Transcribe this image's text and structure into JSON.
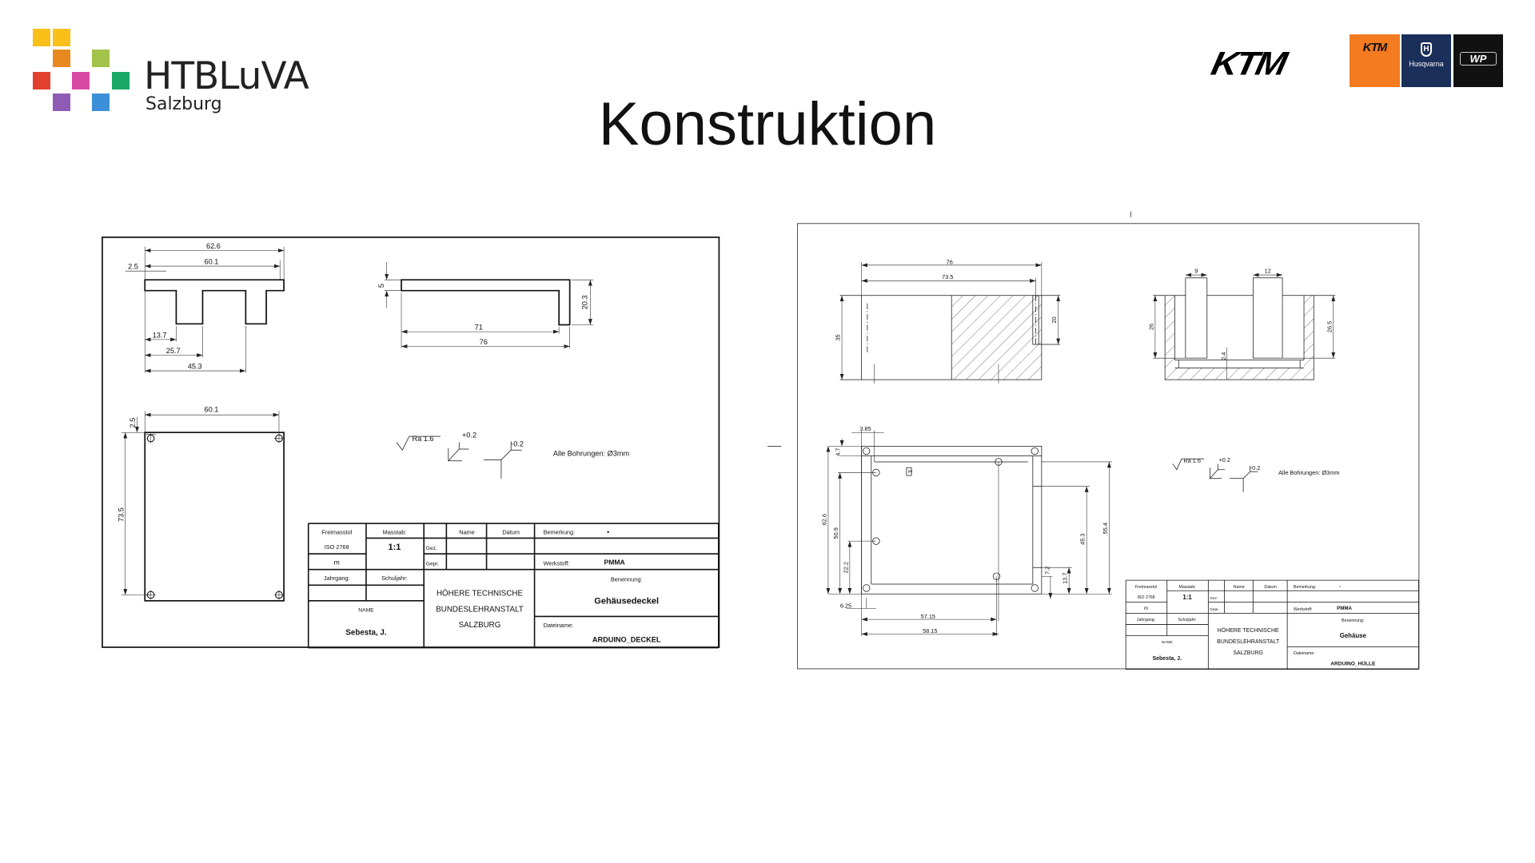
{
  "header": {
    "title": "Konstruktion",
    "school_logo": {
      "name": "HTBLuVA",
      "sub": "Salzburg"
    },
    "sponsor_logos": {
      "ktm": "KTM",
      "ktm_box": "KTM",
      "husqvarna": "Husqvarna",
      "wp": "WP"
    },
    "colors": {
      "ktm_orange": "#f47b20",
      "husqvarna_navy": "#1b2f5b",
      "wp_black": "#111111"
    }
  },
  "drawing_left": {
    "dims": [
      "62.6",
      "60.1",
      "2.5",
      "13.7",
      "25.7",
      "45.3",
      "5",
      "20.3",
      "71",
      "76",
      "60.1",
      "2.5",
      "73.5"
    ],
    "annotations": {
      "roughness": "Ra 1.6",
      "tol_plus": "+0.2",
      "tol_minus": "-0.2",
      "holes": "Alle Bohrungen: Ø3mm"
    },
    "title_block": {
      "freimasstol": "Freimasstol",
      "iso": "ISO 2768",
      "tol_class": "m",
      "masstab_label": "Masstab:",
      "masstab": "1:1",
      "name_header": "Name",
      "datum_header": "Datum",
      "gez": "Gez.",
      "gepr": "Gepr.",
      "bemerkung_label": "Bemerkung:",
      "bemerkung": "•",
      "werkstoff_label": "Werkstoff:",
      "werkstoff": "PMMA",
      "jahrgang": "Jahrgang:",
      "schuljahr": "Schuljahr:",
      "name_label": "NAME",
      "name": "Sebesta, J.",
      "school": [
        "HÖHERE TECHNISCHE",
        "BUNDESLEHRANSTALT",
        "SALZBURG"
      ],
      "benennung_label": "Benennung:",
      "benennung": "Gehäusedeckel",
      "dateiname_label": "Dateiname:",
      "dateiname": "ARDUINO_DECKEL"
    }
  },
  "drawing_right": {
    "dims": [
      "76",
      "73.5",
      "35",
      "20",
      "9",
      "12",
      "26",
      "26.5",
      "2.4",
      "3.85",
      "4.7",
      "62.6",
      "50.9",
      "22.2",
      "6.25",
      "57.15",
      "58.15",
      "55.4",
      "45.3",
      "13.7",
      "7.2",
      "3"
    ],
    "annotations": {
      "roughness": "Ra 1.6",
      "tol_plus": "+0.2",
      "tol_minus": "-0.2",
      "holes": "Alle Bohrungen: Ø3mm"
    },
    "title_block": {
      "freimasstol": "Freimasstol",
      "iso": "ISO 2768",
      "tol_class": "m",
      "masstab_label": "Masstab:",
      "masstab": "1:1",
      "name_header": "Name",
      "datum_header": "Datum",
      "gez": "Gez.",
      "gepr": "Gepr.",
      "bemerkung_label": "Bemerkung:",
      "bemerkung": "-",
      "werkstoff_label": "Werkstoff:",
      "werkstoff": "PMMA",
      "jahrgang": "Jahrgang:",
      "schuljahr": "Schuljahr:",
      "name_label": "NAME",
      "name": "Sebesta, J.",
      "school": [
        "HÖHERE TECHNISCHE",
        "BUNDESLEHRANSTALT",
        "SALZBURG"
      ],
      "benennung_label": "Benennung:",
      "benennung": "Gehäuse",
      "dateiname_label": "Dateiname:",
      "dateiname": "ARDUINO_HÜLLE"
    }
  }
}
